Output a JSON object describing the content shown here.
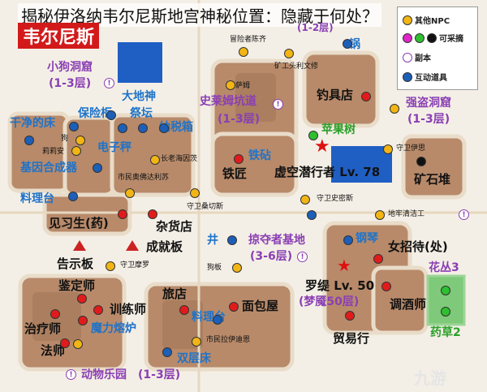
{
  "title": "揭秘伊洛纳韦尔尼斯地宫神秘位置：隐藏于何处？",
  "banner": "韦尔尼斯",
  "watermark": "九游",
  "legend": {
    "items": [
      {
        "label": "其他NPC",
        "color": "#f2b514",
        "icon": "yellow-dot"
      },
      {
        "label": "可采摘",
        "color": "#2fbf2f",
        "icon": "pink-green-black-dots"
      },
      {
        "label": "副本",
        "color": "#8a3fb3",
        "icon": "question-mark-circle"
      },
      {
        "label": "互动道具",
        "color": "#1c5fb8",
        "icon": "blue-dot"
      }
    ]
  },
  "labels": {
    "puppy_cave": "小狗洞窟",
    "puppy_cave_floors": "(1-3层)",
    "earth_god": "大地神",
    "altar": "祭坛",
    "safe": "保险柜",
    "clean_bed": "干净的床",
    "tax_box": "纳税箱",
    "electronic_scale": "电子秤",
    "gene_synth": "基因合成器",
    "cooking_table": "料理台",
    "apprentice": "见习生(药)",
    "general_store": "杂货店",
    "notice_board": "告示板",
    "achievement_board": "成就板",
    "well": "井",
    "plunderer_base": "掠夺者基地",
    "plunderer_floors": "(3-6层)",
    "schemm_tunnel": "史莱姆坑道",
    "schemm_floors": "(1-3层)",
    "iron_drill": "铁砧",
    "blacksmith": "铁匠",
    "void_diver": "虚空潜行者 Lv. 78",
    "fishing_shop": "钓具店",
    "apple_tree": "苹果树",
    "robber_cave": "强盗洞窟",
    "robber_floors": "(1-3层)",
    "ore_pile": "矿石堆",
    "piano": "钢琴",
    "waitress": "女招待(处)",
    "bartender": "调酒师",
    "roshi": "罗缇 Lv. 50",
    "dream_floors": "(梦魇50层)",
    "trader": "贸易行",
    "flower3": "花丛3",
    "herb2": "药草2",
    "appraiser": "鉴定师",
    "trainer": "训练师",
    "healer": "治疗师",
    "magic_furnace": "魔力熔炉",
    "mage": "法师",
    "inn": "旅店",
    "bakery": "面包屋",
    "cooking_table2": "料理台",
    "double_bed": "双层床",
    "animal_park": "动物乐园",
    "animal_floors": "(1-3层)",
    "well_top": "锅",
    "mine_top": "矿工头利文修",
    "city_gate_top": "冒险者陈齐",
    "sam": "萨姆",
    "lilian": "莉莉安",
    "dog": "狗",
    "changhai": "长老海因茨",
    "mayor": "市民奥佛达利苏",
    "guard_sanke": "守卫桑切斯",
    "guard_roma": "守卫摩罗",
    "guard_shimi": "守卫伊思",
    "guard_dimi": "守卫史密斯",
    "road_cleaner": "地牢清洁工",
    "dog2": "狗板",
    "citizen_taichi": "市民拉伊迪恩",
    "top_floors": "(1-2层)"
  }
}
